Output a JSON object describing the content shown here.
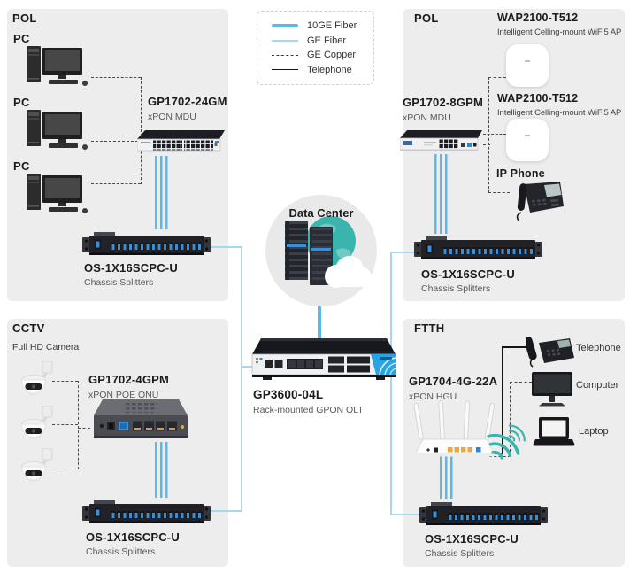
{
  "colors": {
    "panel_bg": "#ededed",
    "ten_ge_fiber": "#5cb8e8",
    "ge_fiber": "#a9d7f0",
    "ge_copper": "#4a4a4a",
    "telephone_line": "#161616",
    "teal_accent": "#3ab5ae",
    "port_blue": "#2f86cf"
  },
  "legend": {
    "items": [
      {
        "label": "10GE Fiber"
      },
      {
        "label": "GE Fiber"
      },
      {
        "label": "GE Copper"
      },
      {
        "label": "Telephone"
      }
    ]
  },
  "pol_left": {
    "title": "POL",
    "pc1_label": "PC",
    "pc2_label": "PC",
    "pc3_label": "PC",
    "device_name": "GP1702-24GM",
    "device_type": "xPON MDU",
    "splitter_name": "OS-1X16SCPC-U",
    "splitter_type": "Chassis Splitters"
  },
  "pol_right": {
    "title": "POL",
    "ap1_name": "WAP2100-T512",
    "ap1_type": "Intelligent Celling-mount WiFi5 AP",
    "ap2_name": "WAP2100-T512",
    "ap2_type": "Intelligent Celling-mount WiFi5 AP",
    "device_name": "GP1702-8GPM",
    "device_type": "xPON MDU",
    "ip_phone_label": "IP Phone",
    "splitter_name": "OS-1X16SCPC-U",
    "splitter_type": "Chassis Splitters"
  },
  "cctv": {
    "title": "CCTV",
    "subtitle": "Full HD Camera",
    "device_name": "GP1702-4GPM",
    "device_type": "xPON POE ONU",
    "splitter_name": "OS-1X16SCPC-U",
    "splitter_type": "Chassis Splitters"
  },
  "ftth": {
    "title": "FTTH",
    "device_name": "GP1704-4G-22A",
    "device_type": "xPON HGU",
    "telephone_label": "Telephone",
    "computer_label": "Computer",
    "laptop_label": "Laptop",
    "splitter_name": "OS-1X16SCPC-U",
    "splitter_type": "Chassis Splitters"
  },
  "core": {
    "cloud_label": "Data Center",
    "olt_name": "GP3600-04L",
    "olt_type": "Rack-mounted GPON OLT"
  }
}
